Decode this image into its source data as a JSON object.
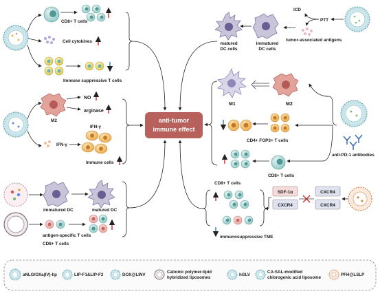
{
  "center": {
    "line1": "anti-tumor",
    "line2": "immune effect"
  },
  "top_left": {
    "cd8": "CD8+ T cells",
    "cytokines": "Cell cytokines",
    "suppressive": "Immune suppressive T cells"
  },
  "mid_left": {
    "m2": "M2",
    "no": "NO",
    "arginase": "arginase",
    "ifn_top": "IFN-γ",
    "ifn_left": "IFN-γ",
    "immune_cells": "Immune cells"
  },
  "bottom_left": {
    "immatured": "immatured DC",
    "matured": "matured DC",
    "antigen_specific": "antigen-specific T cells",
    "cd8": "CD8+ T cells"
  },
  "top_right": {
    "matured_dc": [
      "matured",
      "DC cells"
    ],
    "immatured_dc": [
      "immatured",
      "DC cells"
    ],
    "icd": "ICD",
    "ptt": "PTT",
    "tumor_antigens": "tumor-associated antigens"
  },
  "mid_right": {
    "m1": "M1",
    "m2": "M2",
    "treg": "CD4+ FOP3+ T cells",
    "cd8": "CD8+ T cells",
    "antibody": "anti-PD-1 antibodies"
  },
  "bottom_right": {
    "cd8": "CD8+ T cells",
    "sdf": "SDF-1α",
    "cxcr4_a": "CXCR4",
    "cxcr4_b": "CXCR4",
    "cxcr4_c": "CXCR4",
    "tme": "immunosuppressive TME"
  },
  "legend": [
    {
      "icon": "anlg-liposome-icon",
      "label": "aNLG/OXa(IV)-lip"
    },
    {
      "icon": "lip-f1-f2-icon",
      "label": "LIP-F1&LIP-F2"
    },
    {
      "icon": "dox-linv-icon",
      "label": "DOX@LINV"
    },
    {
      "icon": "cationic-liposome-icon",
      "label": "Cationic polymer-lipid hybridized liposomes"
    },
    {
      "icon": "hglv-icon",
      "label": "hGLV"
    },
    {
      "icon": "ca-sal-liposome-icon",
      "label": "CA-SAL-modified chlorogenic acid liposome"
    },
    {
      "icon": "pfh-lslp-icon",
      "label": "PFH@LSLP"
    }
  ],
  "colors": {
    "center_box": "#b7605c",
    "up_arrow": "#d62a2a",
    "down_arrow": "#2b7fc9",
    "tcell": "#a9d6d4",
    "macrophage": "#c46a62",
    "legend_border": "#888888"
  }
}
